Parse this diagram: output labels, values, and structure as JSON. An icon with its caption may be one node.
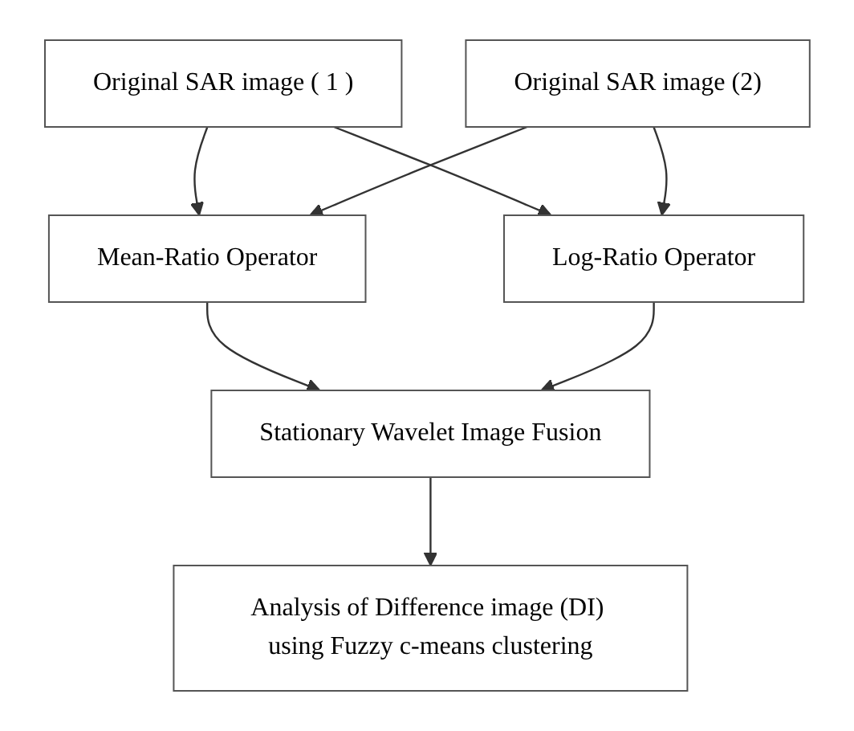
{
  "diagram": {
    "nodes": [
      {
        "text": [
          "Original SAR image ( 1 )"
        ]
      },
      {
        "text": [
          "Original SAR image (2)"
        ]
      },
      {
        "text": [
          "Mean-Ratio Operator"
        ]
      },
      {
        "text": [
          "Log-Ratio Operator"
        ]
      },
      {
        "text": [
          "Stationary Wavelet Image Fusion"
        ]
      },
      {
        "text": [
          "Analysis of Difference image (DI) using Fuzzy c-means clustering"
        ]
      }
    ],
    "edges": [
      {
        "from": 0,
        "to": 2,
        "arrow": "to"
      },
      {
        "from": 0,
        "to": 3,
        "arrow": "to"
      },
      {
        "from": 1,
        "to": 2,
        "arrow": "to"
      },
      {
        "from": 1,
        "to": 3,
        "arrow": "to"
      },
      {
        "from": 2,
        "to": 4,
        "arrow": "to"
      },
      {
        "from": 3,
        "to": 4,
        "arrow": "to"
      },
      {
        "from": 4,
        "to": 5,
        "arrow": "to"
      }
    ]
  }
}
